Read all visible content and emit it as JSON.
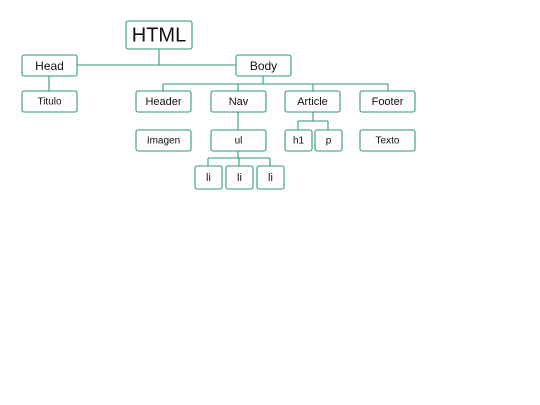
{
  "diagram": {
    "colors": {
      "stroke": "#2f9a78",
      "fill": "#ffffff",
      "text": "#111111"
    },
    "nodes": [
      {
        "id": "html",
        "label": "HTML"
      },
      {
        "id": "head",
        "label": "Head"
      },
      {
        "id": "body",
        "label": "Body"
      },
      {
        "id": "titulo",
        "label": "Titulo"
      },
      {
        "id": "header",
        "label": "Header"
      },
      {
        "id": "nav",
        "label": "Nav"
      },
      {
        "id": "article",
        "label": "Article"
      },
      {
        "id": "footer",
        "label": "Footer"
      },
      {
        "id": "imagen",
        "label": "Imagen"
      },
      {
        "id": "ul",
        "label": "ul"
      },
      {
        "id": "h1",
        "label": "h1"
      },
      {
        "id": "p",
        "label": "p"
      },
      {
        "id": "texto",
        "label": "Texto"
      },
      {
        "id": "li1",
        "label": "li"
      },
      {
        "id": "li2",
        "label": "li"
      },
      {
        "id": "li3",
        "label": "li"
      }
    ],
    "edges": [
      {
        "from": "html",
        "to": "head"
      },
      {
        "from": "html",
        "to": "body"
      },
      {
        "from": "head",
        "to": "titulo"
      },
      {
        "from": "body",
        "to": "header"
      },
      {
        "from": "body",
        "to": "nav"
      },
      {
        "from": "body",
        "to": "article"
      },
      {
        "from": "body",
        "to": "footer"
      },
      {
        "from": "nav",
        "to": "ul"
      },
      {
        "from": "article",
        "to": "h1"
      },
      {
        "from": "article",
        "to": "p"
      },
      {
        "from": "ul",
        "to": "li1"
      },
      {
        "from": "ul",
        "to": "li2"
      },
      {
        "from": "ul",
        "to": "li3"
      }
    ]
  }
}
